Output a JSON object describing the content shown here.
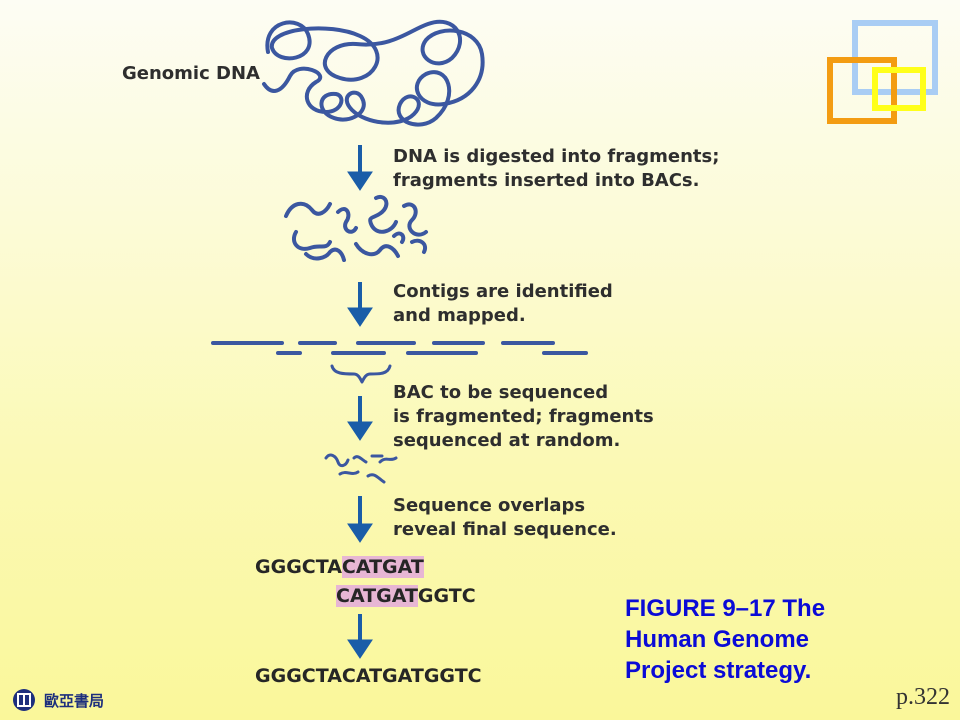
{
  "diagram": {
    "title_label": "Genomic DNA",
    "step1_text": "DNA is digested into fragments;\nfragments inserted into BACs.",
    "step2_text": "Contigs are identified\nand mapped.",
    "step3_text": "BAC to be sequenced\nis fragmented; fragments\nsequenced at random.",
    "step4_text": "Sequence overlaps\nreveal final sequence.",
    "seq1_plain": "GGGCTA",
    "seq1_overlap": "CATGAT",
    "seq2_overlap": "CATGAT",
    "seq2_plain": "GGTC",
    "final_sequence": "GGGCTACATGATGGTC",
    "colors": {
      "dna_strand": "#3b57a0",
      "arrow": "#1a5da8",
      "overlap_highlight": "#e7b6d4",
      "label_text": "#2e2e2e"
    }
  },
  "caption": "FIGURE 9–17 The Human Genome Project strategy.",
  "publisher": "歐亞書局",
  "page_number": "p.322",
  "decoration": {
    "colors": {
      "blue_square": "#a9cdf4",
      "orange_square": "#f39c12",
      "yellow_square": "#ffff1a"
    }
  }
}
